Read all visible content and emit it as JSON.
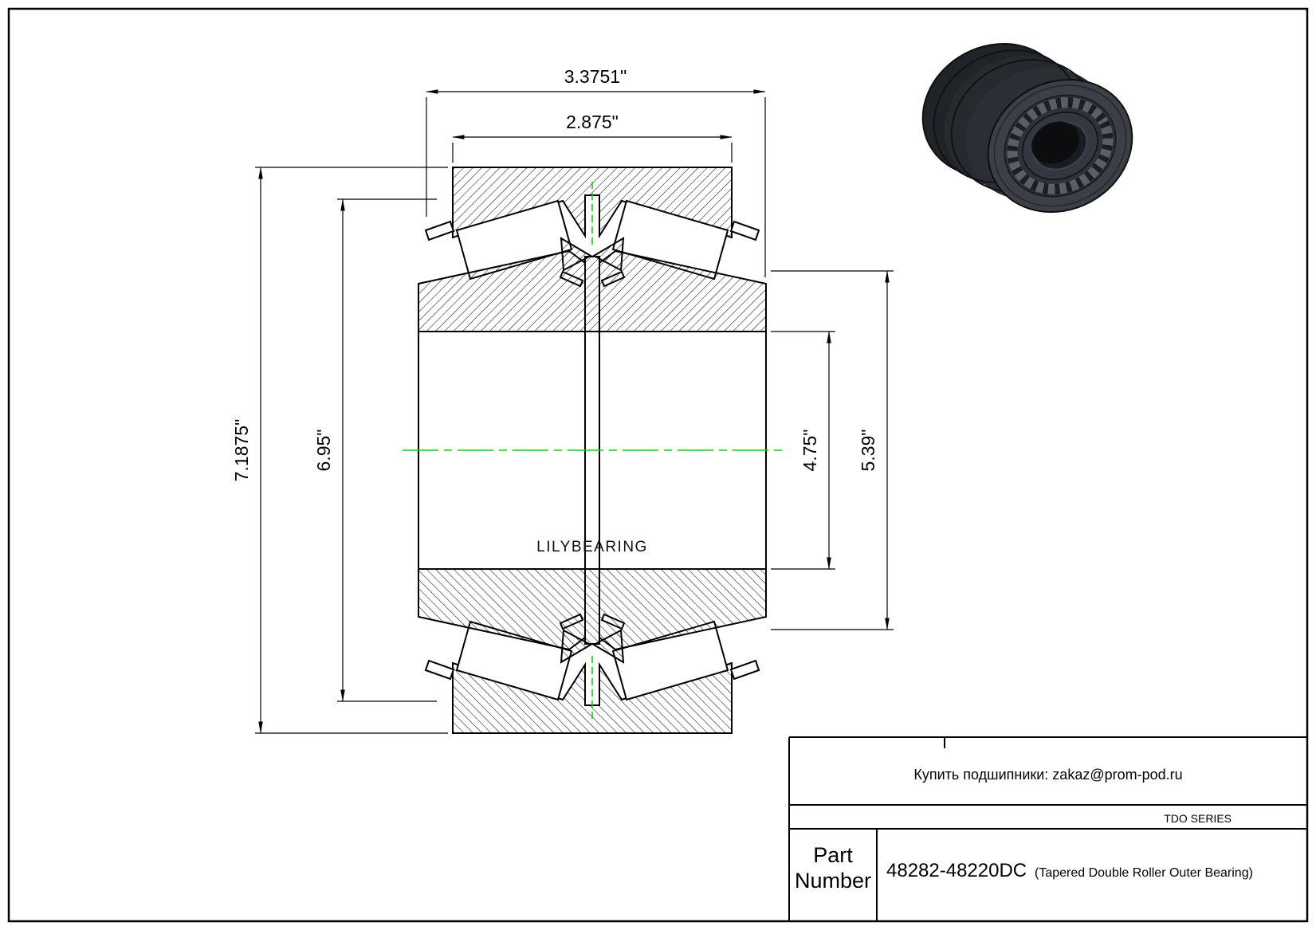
{
  "page": {
    "background": "#ffffff",
    "line_color": "#000000",
    "centerline_color": "#00dc00"
  },
  "drawing": {
    "watermark": "LILYBEARING",
    "dims": {
      "overall_width": "3.3751\"",
      "cup_width": "2.875\"",
      "outer_diameter": "7.1875\"",
      "cage_diameter": "6.95\"",
      "bore_diameter": "4.75\"",
      "rib_diameter": "5.39\""
    }
  },
  "titleblock": {
    "contact": "Купить подшипники: zakaz@prom-pod.ru",
    "series": "TDO SERIES",
    "part_label": [
      "Part",
      "Number"
    ],
    "part_number": "48282-48220DC",
    "part_type": "(Tapered Double Roller Outer Bearing)"
  }
}
